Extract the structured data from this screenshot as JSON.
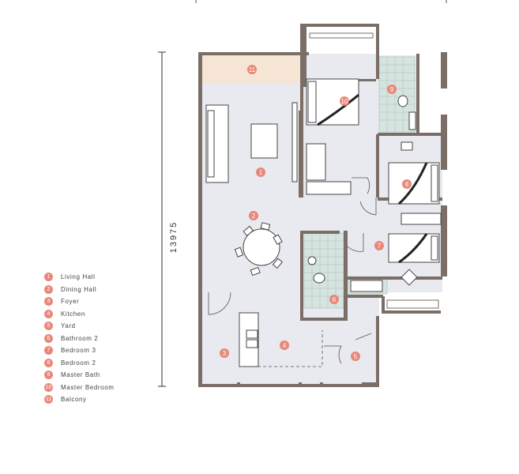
{
  "dimension": {
    "label": "13975"
  },
  "legend": [
    {
      "num": "1",
      "label": "Living Hall"
    },
    {
      "num": "2",
      "label": "Dining Hall"
    },
    {
      "num": "3",
      "label": "Foyer"
    },
    {
      "num": "4",
      "label": "Kitchen"
    },
    {
      "num": "5",
      "label": "Yard"
    },
    {
      "num": "6",
      "label": "Bathroom 2"
    },
    {
      "num": "7",
      "label": "Bedroom 3"
    },
    {
      "num": "8",
      "label": "Bedroom 2"
    },
    {
      "num": "9",
      "label": "Master Bath"
    },
    {
      "num": "10",
      "label": "Master Bedroom"
    },
    {
      "num": "11",
      "label": "Balcony"
    }
  ],
  "markers": [
    "1",
    "2",
    "3",
    "4",
    "5",
    "6",
    "7",
    "8",
    "9",
    "10",
    "11"
  ],
  "colors": {
    "wall": "#7a6e66",
    "floor": "#e8eaf0",
    "balcony": "#f6e4d4",
    "marker": "#e8877a",
    "tile": "#ccddd8"
  }
}
